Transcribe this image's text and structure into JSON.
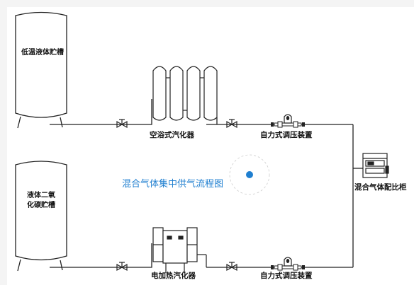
{
  "diagram": {
    "title": "混合气体集中供气流程图",
    "tank_top_label": "低温液体贮槽",
    "tank_bottom_label_line1": "液体二氧",
    "tank_bottom_label_line2": "化碳贮槽",
    "vaporizer_top_label": "空浴式汽化器",
    "vaporizer_bottom_label": "电加热汽化器",
    "regulator_top_label": "自力式调压装置",
    "regulator_bottom_label": "自力式调压装置",
    "mixer_label": "混合气体配比柜",
    "colors": {
      "title": "#1f7fd0",
      "line": "#222222",
      "dot": "#1f7fd0"
    }
  }
}
